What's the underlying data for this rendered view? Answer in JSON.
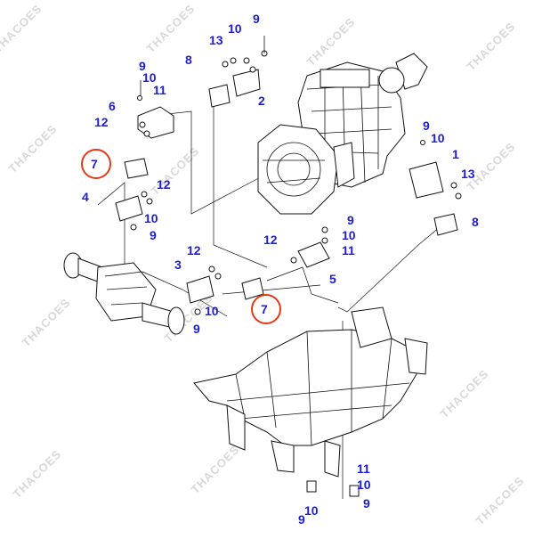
{
  "watermark": "THACOES",
  "accent_color": "#e23a12",
  "label_color": "#1d1ddb",
  "callouts": {
    "c9_top": "9",
    "c10_top": "10",
    "c13_top": "13",
    "c8_top": "8",
    "c2": "2",
    "c9_tl": "9",
    "c10_tl": "10",
    "c11_tl": "11",
    "c6": "6",
    "c12_tl": "12",
    "c7_left": "7",
    "c4": "4",
    "c12_ml": "12",
    "c10_ml": "10",
    "c9_ml": "9",
    "c9_r": "9",
    "c10_r": "10",
    "c1": "1",
    "c13_r": "13",
    "c8_r": "8",
    "c9_mid": "9",
    "c12_mid": "12",
    "c10_mid": "10",
    "c11_mid": "11",
    "c5": "5",
    "c3": "3",
    "c12_low": "12",
    "c10_low": "10",
    "c9_low": "9",
    "c7_mid": "7",
    "c11_bot": "11",
    "c10_bot": "10",
    "c9_bot": "9",
    "c10_bl": "10",
    "c9_bl": "9"
  }
}
